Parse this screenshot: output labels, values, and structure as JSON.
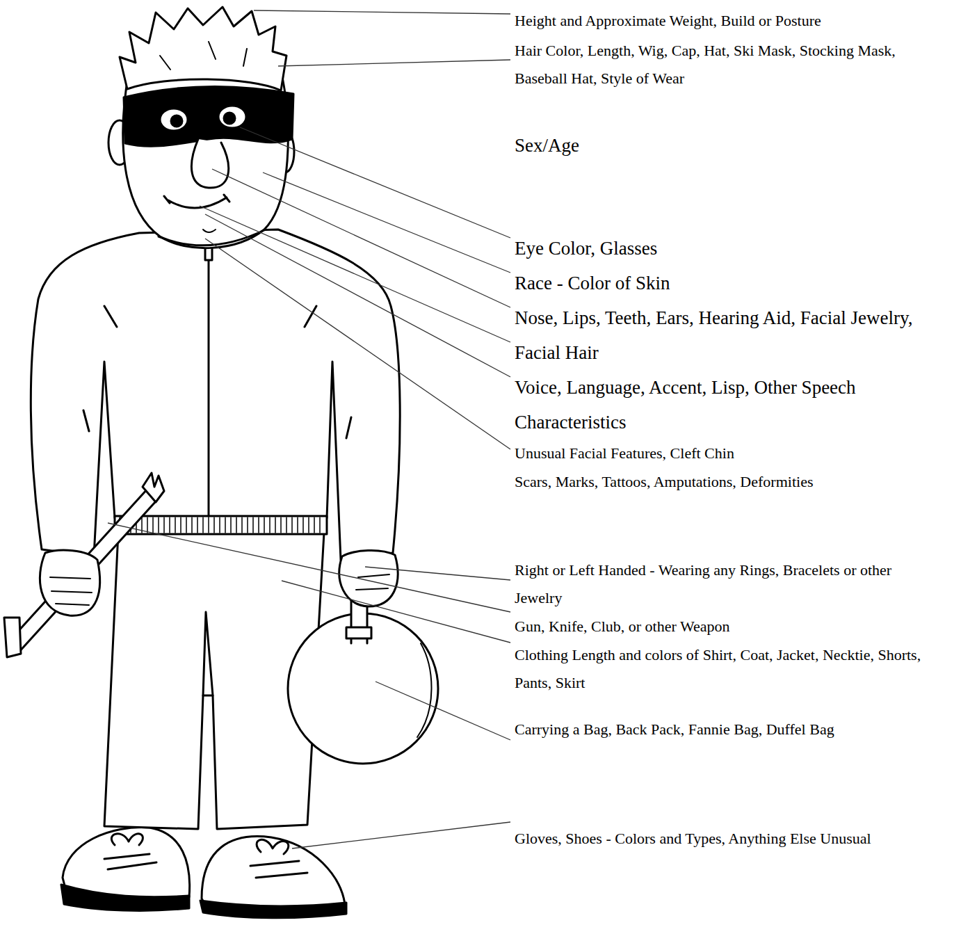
{
  "diagram": {
    "labels": [
      "Height and Approximate Weight, Build or Posture",
      "Hair Color, Length, Wig, Cap, Hat, Ski Mask, Stocking Mask, Baseball Hat, Style of Wear",
      "Sex/Age",
      "Eye Color, Glasses",
      "Race - Color of Skin",
      "Nose, Lips, Teeth, Ears, Hearing Aid, Facial Jewelry, Facial Hair",
      "Voice, Language, Accent, Lisp, Other Speech Characteristics",
      "Unusual Facial Features, Cleft Chin",
      "Scars, Marks, Tattoos, Amputations, Deformities",
      "Right or Left Handed - Wearing any Rings, Bracelets or other Jewelry",
      "Gun, Knife, Club, or other Weapon",
      "Clothing Length and colors of Shirt, Coat, Jacket, Necktie, Shorts, Pants, Skirt",
      "Carrying a Bag, Back Pack, Fannie Bag, Duffel Bag",
      "Gloves, Shoes - Colors and Types, Anything Else Unusual"
    ]
  }
}
